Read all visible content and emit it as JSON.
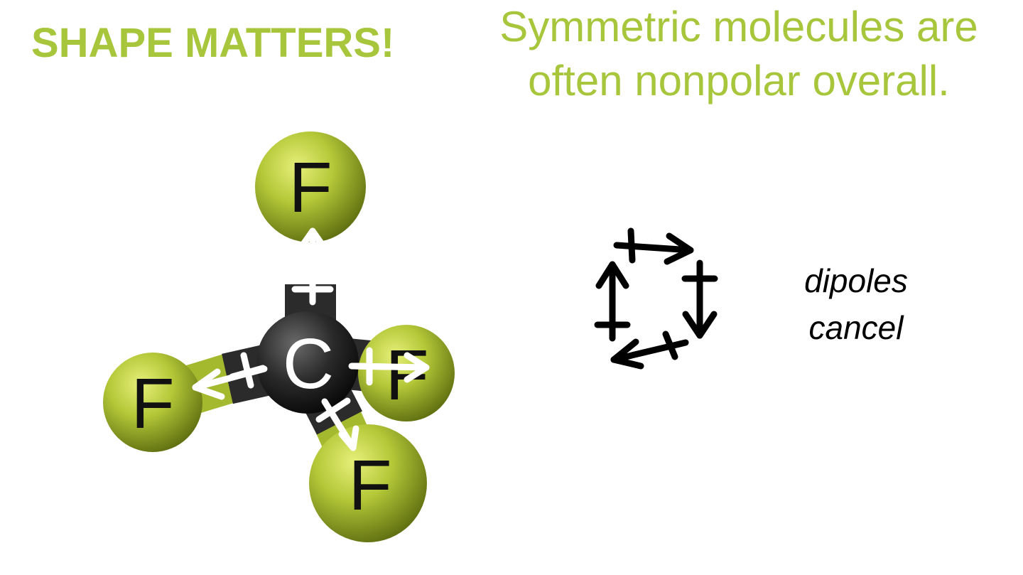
{
  "heading": "SHAPE MATTERS!",
  "subtitle": {
    "line1": "Symmetric molecules are",
    "line2": "often nonpolar overall."
  },
  "note": {
    "line1": "dipoles",
    "line2": "cancel"
  },
  "molecule": {
    "center_label": "C",
    "outer_label": "F"
  },
  "colors": {
    "accent": "#a7c63b",
    "fluorine": "#a8bf2c",
    "carbon": "#262626",
    "arrow": "#ffffff",
    "ink": "#000000"
  }
}
